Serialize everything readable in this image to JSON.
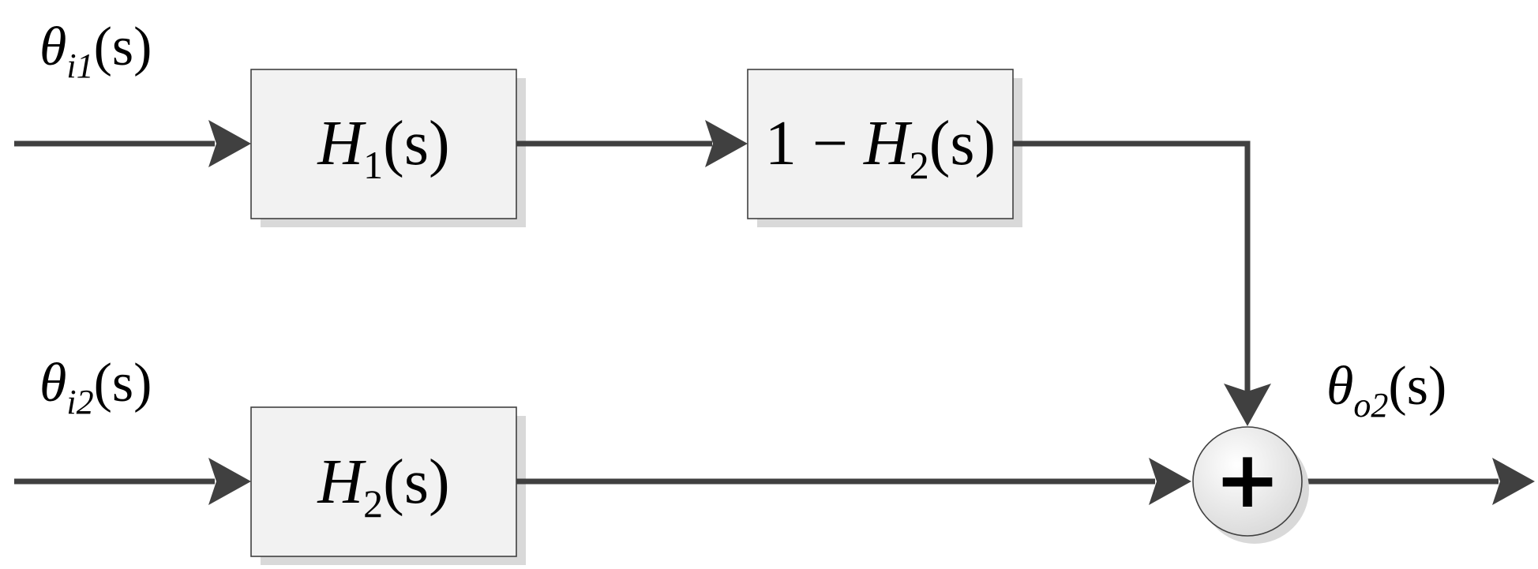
{
  "inputs": [
    {
      "symbol": "θ",
      "subscript": "i1",
      "argument": "(s)"
    },
    {
      "symbol": "θ",
      "subscript": "i2",
      "argument": "(s)"
    }
  ],
  "output": {
    "symbol": "θ",
    "subscript": "o2",
    "argument": "(s)"
  },
  "blocks": [
    {
      "prefix": "",
      "name": "H",
      "subscript": "1",
      "argument": "(s)"
    },
    {
      "prefix": "1 − ",
      "name": "H",
      "subscript": "2",
      "argument": "(s)"
    },
    {
      "prefix": "",
      "name": "H",
      "subscript": "2",
      "argument": "(s)"
    }
  ],
  "summing_junction": {
    "operator": "+"
  },
  "colors": {
    "line": "#404040",
    "block_fill": "#f2f2f2",
    "block_shadow": "#d9d9d9"
  }
}
